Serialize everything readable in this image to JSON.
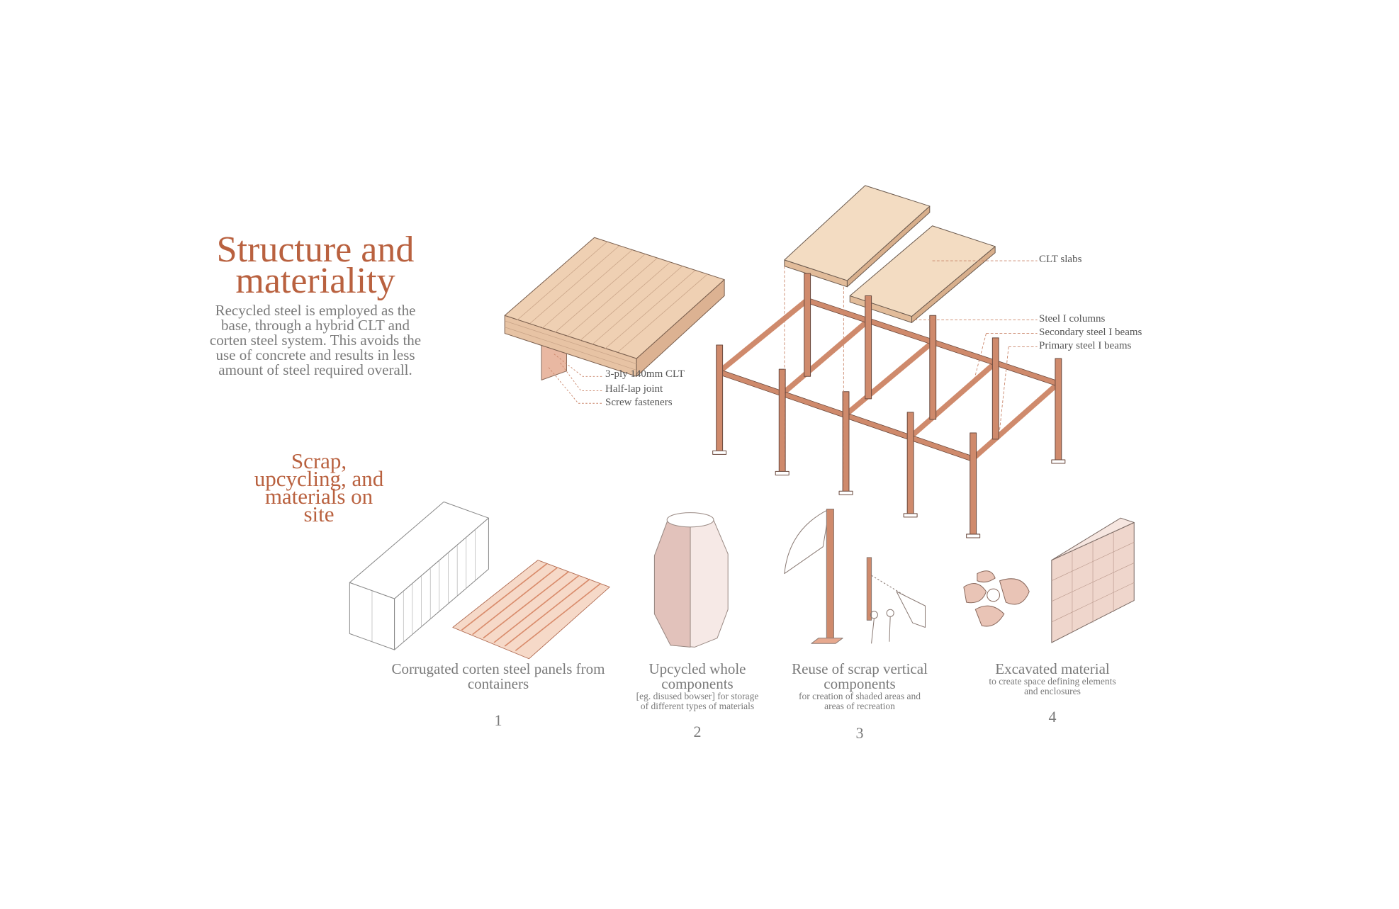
{
  "title": "Structure and materiality",
  "title_lines": [
    "Structure and",
    "materiality"
  ],
  "intro_lines": [
    "Recycled steel is employed as the",
    "base, through a hybrid CLT and",
    "corten steel system. This avoids the",
    "use of concrete and results in less",
    "amount of steel required overall."
  ],
  "detail_labels": [
    "3-ply 140mm CLT",
    "Half-lap joint",
    "Screw fasteners"
  ],
  "frame_labels": [
    "CLT slabs",
    "Steel I columns",
    "Secondary steel I beams",
    "Primary steel I beams"
  ],
  "section2_lines": [
    "Scrap,",
    "upcycling, and",
    "materials on",
    "site"
  ],
  "items": [
    {
      "caption_lines": [
        "Corrugated corten steel panels from",
        "containers"
      ],
      "sub_lines": [],
      "number": "1"
    },
    {
      "caption_lines": [
        "Upcycled whole",
        "components"
      ],
      "sub_lines": [
        "[eg. disused bowser] for storage",
        "of different types of materials"
      ],
      "number": "2"
    },
    {
      "caption_lines": [
        "Reuse of scrap vertical",
        "components"
      ],
      "sub_lines": [
        "for creation of shaded areas and",
        "areas of recreation"
      ],
      "number": "3"
    },
    {
      "caption_lines": [
        "Excavated material"
      ],
      "sub_lines": [
        "to create space defining elements",
        "and enclosures"
      ],
      "number": "4"
    }
  ],
  "colors": {
    "accent": "#b9613f",
    "steel": "#c98468",
    "clt": "#f1d2b6",
    "text": "#7a7a7a"
  }
}
